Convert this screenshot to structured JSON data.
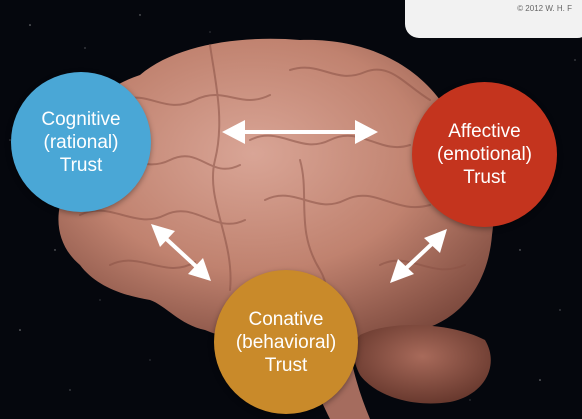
{
  "copyright": "© 2012 W. H. F",
  "nodes": {
    "cognitive": {
      "lines": [
        "Cognitive",
        "(rational)",
        "Trust"
      ],
      "color": "#4aa7d6"
    },
    "affective": {
      "lines": [
        "Affective",
        "(emotional)",
        "Trust"
      ],
      "color": "#c4341e"
    },
    "conative": {
      "lines": [
        "Conative",
        "(behavioral)",
        "Trust"
      ],
      "color": "#c98a2a"
    }
  },
  "connections": [
    {
      "from": "cognitive",
      "to": "affective",
      "bidirectional": true
    },
    {
      "from": "cognitive",
      "to": "conative",
      "bidirectional": true
    },
    {
      "from": "affective",
      "to": "conative",
      "bidirectional": true
    }
  ],
  "colors": {
    "background": "#05070d",
    "brain": "#c98d7c",
    "arrow": "#ffffff"
  }
}
